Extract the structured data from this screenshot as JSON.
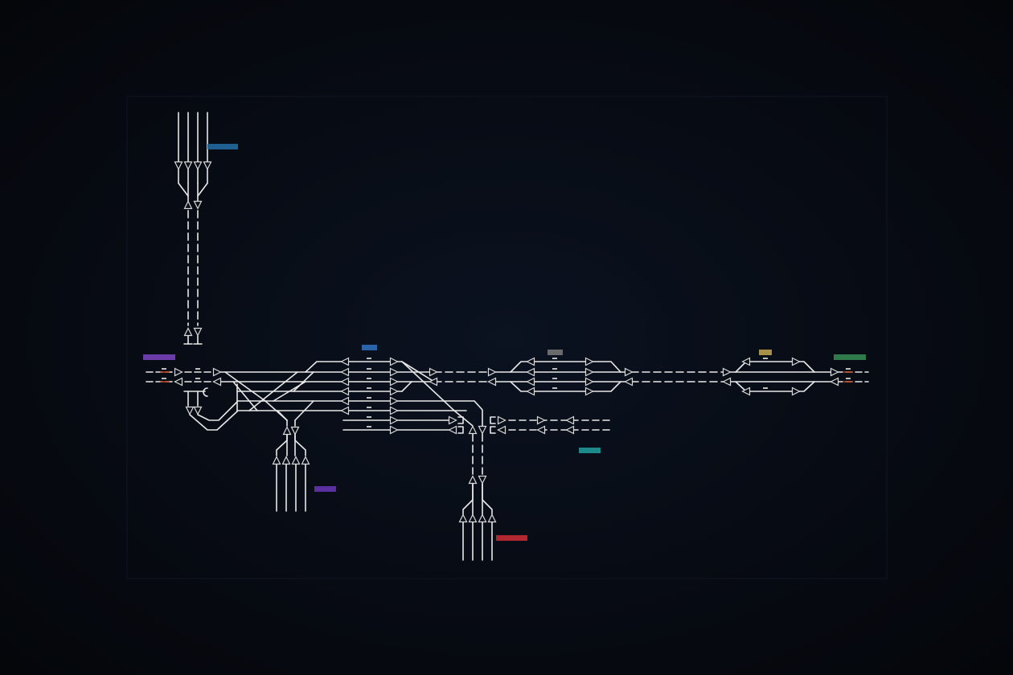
{
  "colors": {
    "background": "#070b13",
    "panel_border": "#121a26",
    "track": "#e8e8e8",
    "signal": "#d8d8d8",
    "accent_red": "#c2451f"
  },
  "labels": [
    {
      "id": "label-purple-west",
      "text": "",
      "color": "#6b3ca8"
    },
    {
      "id": "label-blue-north",
      "text": "",
      "color": "#1f5f8f"
    },
    {
      "id": "label-blue-center",
      "text": "",
      "color": "#2a63a8"
    },
    {
      "id": "label-gray-mid",
      "text": "",
      "color": "#6a6a6a"
    },
    {
      "id": "label-gold-east",
      "text": "",
      "color": "#a8904a"
    },
    {
      "id": "label-green-far-east",
      "text": "",
      "color": "#2e7a4a"
    },
    {
      "id": "label-purple-south",
      "text": "",
      "color": "#5a2fa0"
    },
    {
      "id": "label-red-south",
      "text": "",
      "color": "#b0272f"
    },
    {
      "id": "label-teal-mid",
      "text": "",
      "color": "#1d8a8a"
    }
  ]
}
